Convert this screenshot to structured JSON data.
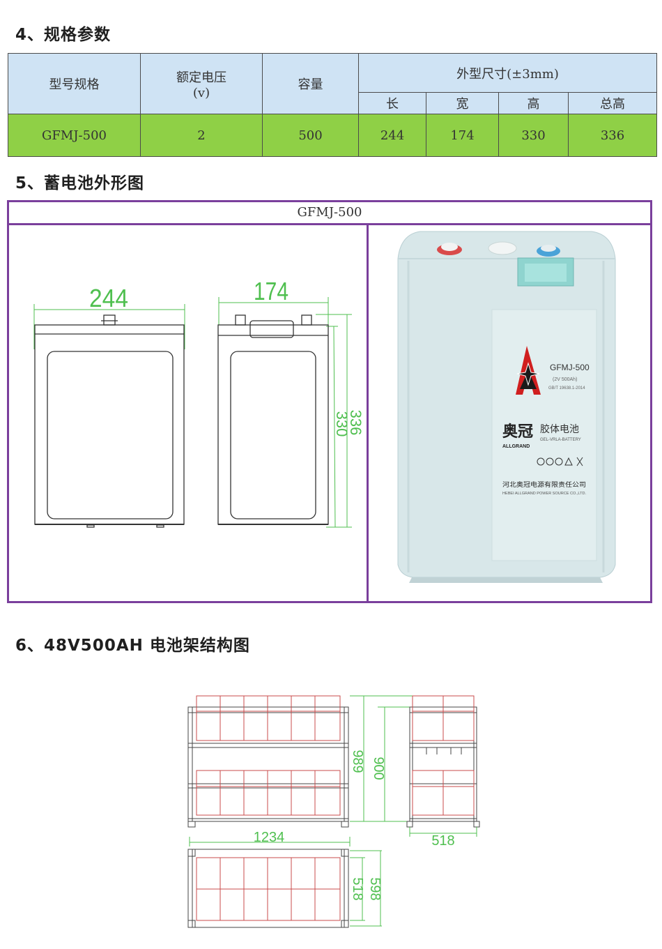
{
  "section4": {
    "title": "4、规格参数"
  },
  "spec_table": {
    "headers": {
      "model": "型号规格",
      "voltage_line1": "额定电压",
      "voltage_line2": "(v)",
      "capacity": "容量",
      "dimensions": "外型尺寸(±3mm)",
      "length": "长",
      "width": "宽",
      "height": "高",
      "total_height": "总高"
    },
    "row": {
      "model": "GFMJ-500",
      "voltage": "2",
      "capacity": "500",
      "length": "244",
      "width": "174",
      "height": "330",
      "total_height": "336"
    }
  },
  "section5": {
    "title": "5、蓄电池外形图"
  },
  "outline": {
    "model": "GFMJ-500",
    "front_width": "244",
    "side_width": "174",
    "height": "330",
    "total_height": "336"
  },
  "battery_photo": {
    "model": "GFMJ-500",
    "rating": "(2V 500Ah)",
    "standard": "GB/T 19638.1-2014",
    "brand_cn": "奥冠",
    "brand_en": "ALLGRAND",
    "product_cn": "胶体电池",
    "product_en": "GEL-VRLA-BATTERY",
    "company_cn": "河北奥冠电源有限责任公司",
    "company_en": "HEBEI ALLGRAND POWER SOURCE CO.,LTD."
  },
  "section6": {
    "title": "6、48V500AH 电池架结构图"
  },
  "rack": {
    "total_height": "989",
    "tier_height": "900",
    "length": "1234",
    "depth": "518",
    "depth_inner": "518",
    "depth_outer": "598"
  },
  "colors": {
    "table_header_bg": "#cfe3f4",
    "table_row_bg": "#8fd046",
    "frame_purple": "#7a3f9c",
    "dimension_green": "#4fbf4f",
    "cell_red": "#c84b4b"
  }
}
